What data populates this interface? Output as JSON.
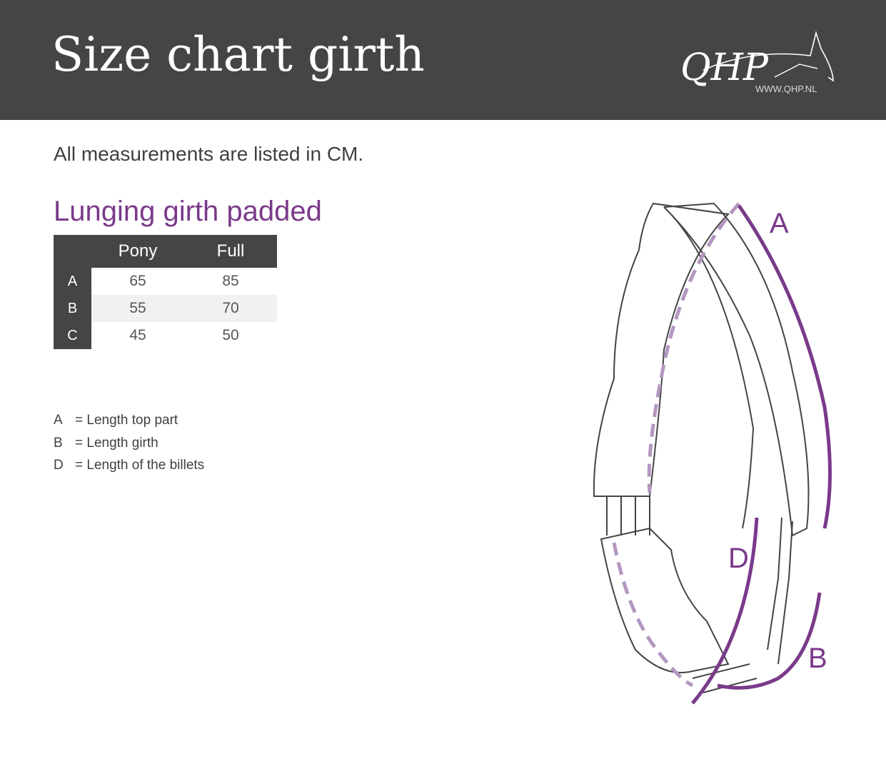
{
  "header": {
    "title": "Size chart girth",
    "logo": "QHP",
    "logo_url": "WWW.QHP.NL"
  },
  "note": "All measurements are listed in CM.",
  "product": "Lunging girth padded",
  "table": {
    "columns": [
      "Pony",
      "Full"
    ],
    "rows": [
      {
        "label": "A",
        "values": [
          "65",
          "85"
        ]
      },
      {
        "label": "B",
        "values": [
          "55",
          "70"
        ]
      },
      {
        "label": "C",
        "values": [
          "45",
          "50"
        ]
      }
    ]
  },
  "legend": [
    {
      "key": "A",
      "text": "= Length top part"
    },
    {
      "key": "B",
      "text": "= Length girth"
    },
    {
      "key": "D",
      "text": "= Length of the billets"
    }
  ],
  "illustration": {
    "labels": {
      "a": "A",
      "b": "B",
      "d": "D"
    },
    "accent": "#7a3a8a"
  }
}
